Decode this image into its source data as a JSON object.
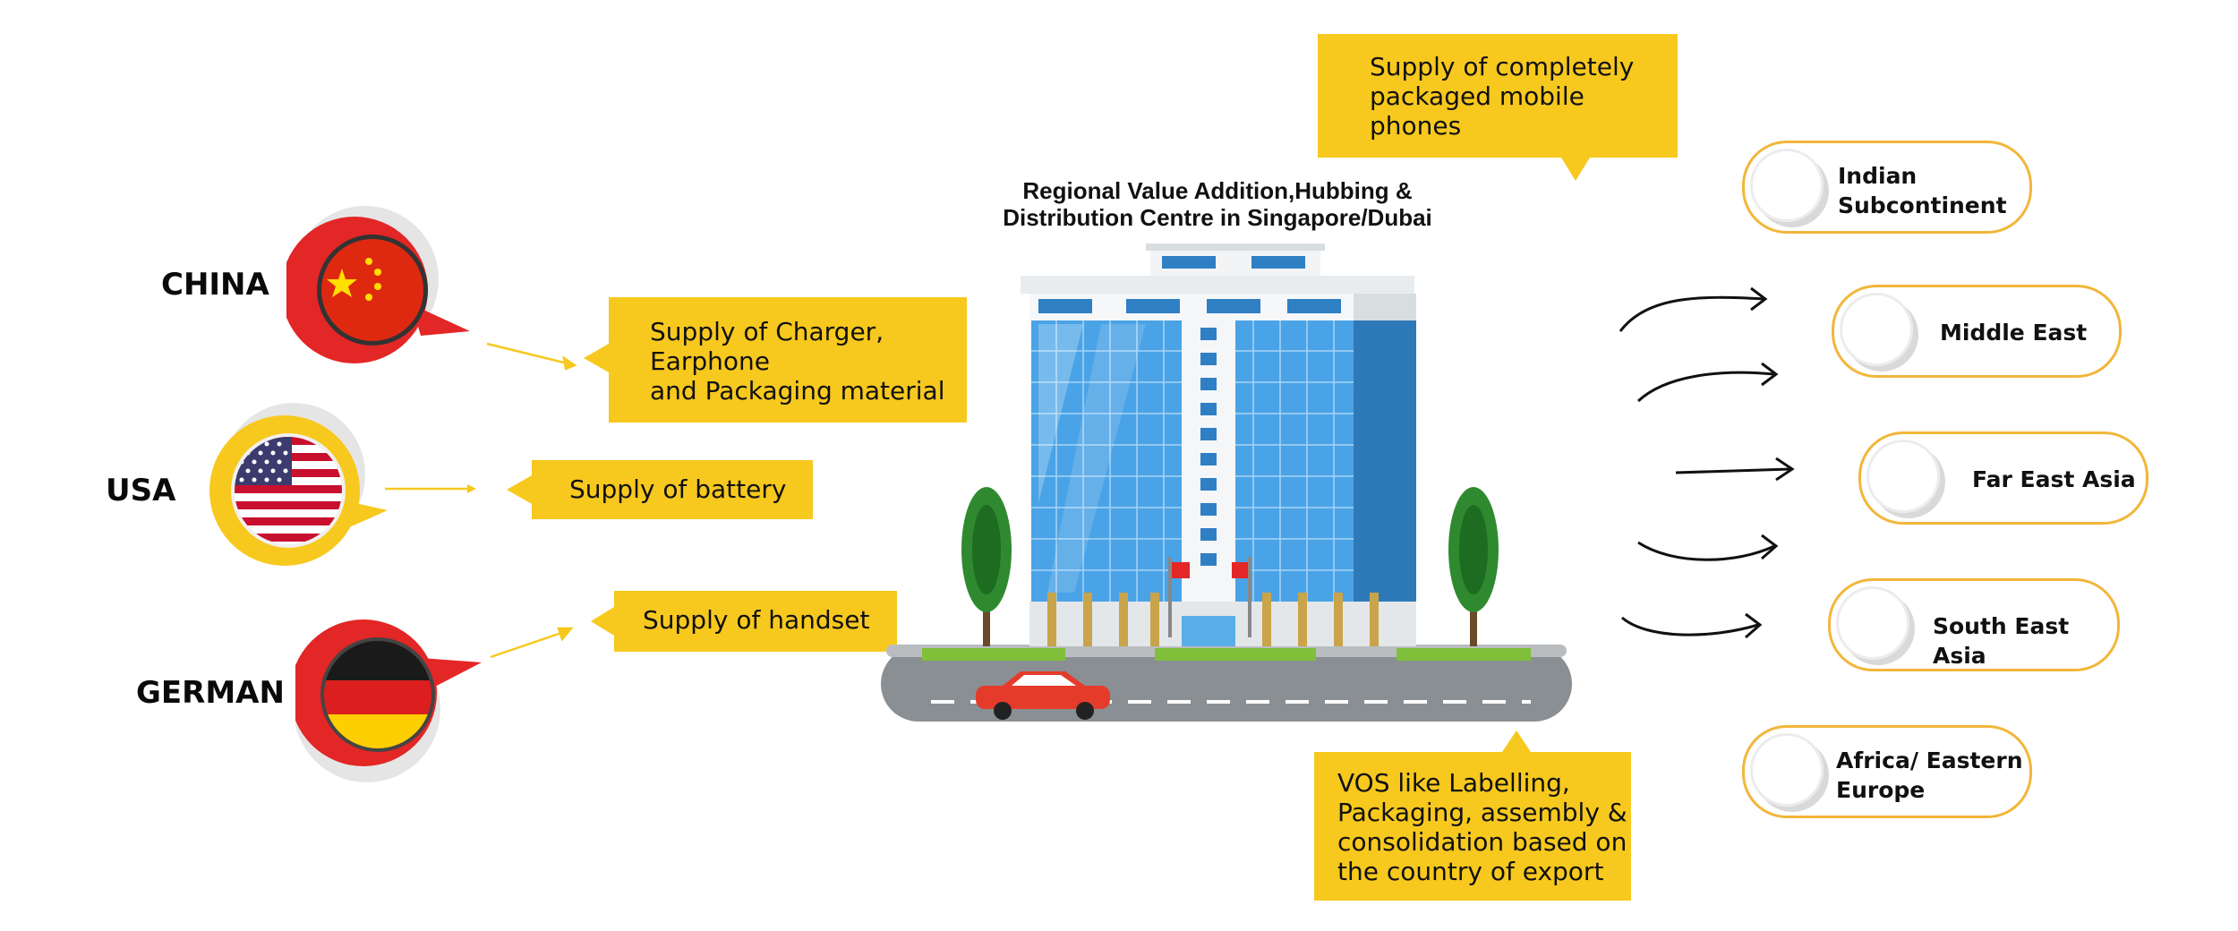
{
  "title": {
    "line1": "Regional Value Addition,Hubbing &",
    "line2": "Distribution Centre in Singapore/Dubai"
  },
  "countries": [
    {
      "name": "CHINA",
      "flag": "china-flag",
      "ring_color": "#e32626"
    },
    {
      "name": "USA",
      "flag": "usa-flag",
      "ring_color": "#f7c81e"
    },
    {
      "name": "GERMAN",
      "flag": "germany-flag",
      "ring_color": "#e32626"
    }
  ],
  "supplies": {
    "charger": {
      "line1": "Supply of Charger,",
      "line2": "Earphone",
      "line3": "and Packaging material"
    },
    "battery": "Supply of battery",
    "handset": "Supply of handset",
    "mobile": {
      "line1": "Supply of completely",
      "line2": "packaged mobile",
      "line3": "phones"
    },
    "vos": {
      "line1": "VOS like Labelling,",
      "line2": "Packaging, assembly &",
      "line3": "consolidation based on",
      "line4": "the country of export"
    }
  },
  "regions": [
    {
      "line1": "Indian",
      "line2": "Subcontinent"
    },
    {
      "line1": "Middle East"
    },
    {
      "line1": "Far East Asia"
    },
    {
      "line1": "South East Asia"
    },
    {
      "line1": "Africa/ Eastern",
      "line2": "Europe"
    }
  ],
  "colors": {
    "accent_yellow": "#f7c81e",
    "accent_red": "#e32626",
    "region_border": "#f2b63a"
  }
}
